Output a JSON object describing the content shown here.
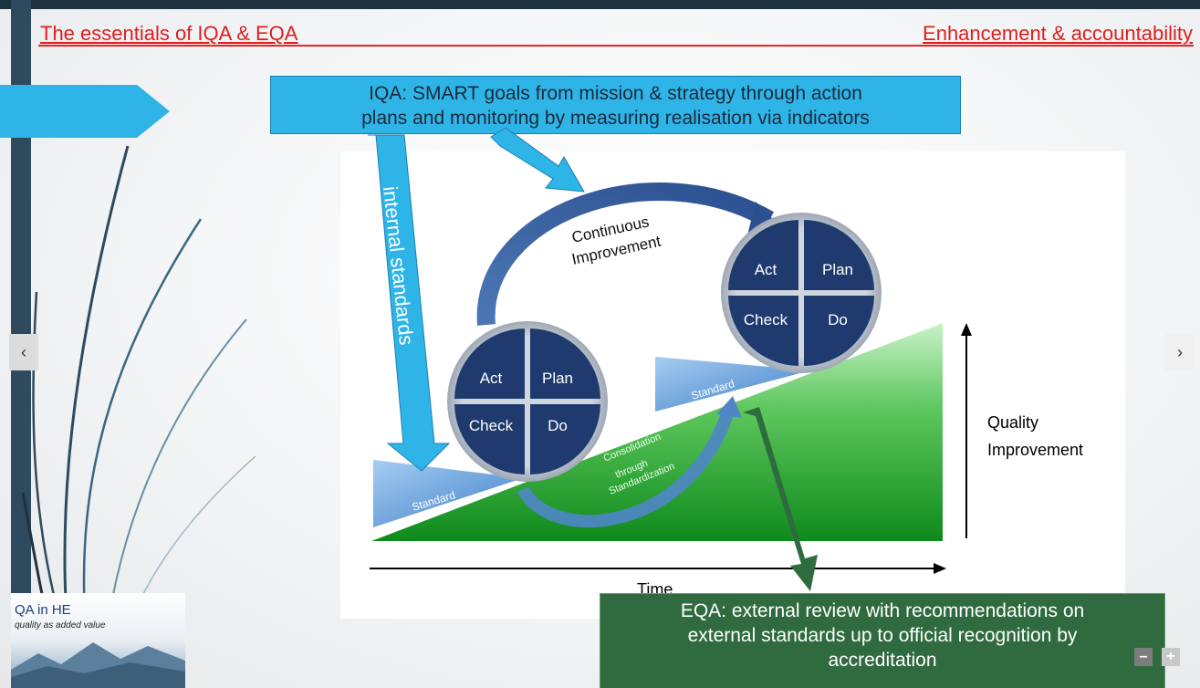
{
  "header": {
    "left_title": "The essentials of IQA & EQA",
    "right_title": "Enhancement & accountability"
  },
  "iqa_box": {
    "line1": "IQA: SMART goals from mission & strategy through action",
    "line2": "plans and monitoring by measuring realisation via indicators"
  },
  "diagram": {
    "internal_standards": "internal standards",
    "continuous_line1": "Continuous",
    "continuous_line2": "Improvement",
    "cycle": {
      "act": "Act",
      "plan": "Plan",
      "check": "Check",
      "do": "Do"
    },
    "standard_label": "Standard",
    "consolidation_line1": "Consolidation",
    "consolidation_line2": "through",
    "consolidation_line3": "Standardization",
    "quality_line1": "Quality",
    "quality_line2": "Improvement",
    "time_label": "Time"
  },
  "eqa_box": {
    "line1": "EQA: external review with recommendations on",
    "line2": "external standards up to official recognition by",
    "line3": "accreditation"
  },
  "thumbnail": {
    "title": "QA in HE",
    "subtitle": "quality as added value"
  },
  "nav": {
    "prev": "‹",
    "next": "›"
  },
  "zoom": {
    "minus": "–",
    "plus": "+"
  },
  "colors": {
    "header_red": "#e01e1e",
    "iqa_blue": "#2fb4e8",
    "eqa_green": "#2f6b3e",
    "cycle_navy": "#1f3a6e",
    "ramp_green": "#1e9a2a"
  }
}
